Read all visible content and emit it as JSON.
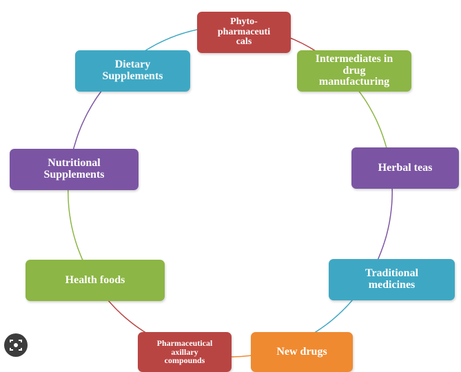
{
  "nodes": [
    {
      "id": "phyto",
      "label": "Phyto-\npharmaceuti\ncals",
      "color": "#b94543"
    },
    {
      "id": "intermediates",
      "label": "Intermediates in\ndrug\nmanufacturing",
      "color": "#8cb645"
    },
    {
      "id": "herbal",
      "label": "Herbal teas",
      "color": "#7b55a3"
    },
    {
      "id": "traditional",
      "label": "Traditional\nmedicines",
      "color": "#3ea8c4"
    },
    {
      "id": "newdrugs",
      "label": "New drugs",
      "color": "#ef8a30"
    },
    {
      "id": "axillary",
      "label": "Pharmaceutical\naxillary\ncompounds",
      "color": "#b94543"
    },
    {
      "id": "health",
      "label": "Health foods",
      "color": "#8cb645"
    },
    {
      "id": "nutritional",
      "label": "Nutritional\nSupplements",
      "color": "#7b55a3"
    },
    {
      "id": "dietary",
      "label": "Dietary\nSupplements",
      "color": "#3ea8c4"
    }
  ],
  "links": [
    {
      "from": "phyto",
      "to": "intermediates",
      "color": "#b94543"
    },
    {
      "from": "intermediates",
      "to": "herbal",
      "color": "#8cb645"
    },
    {
      "from": "herbal",
      "to": "traditional",
      "color": "#7b55a3"
    },
    {
      "from": "traditional",
      "to": "newdrugs",
      "color": "#3ea8c4"
    },
    {
      "from": "newdrugs",
      "to": "axillary",
      "color": "#ef8a30"
    },
    {
      "from": "axillary",
      "to": "health",
      "color": "#b94543"
    },
    {
      "from": "health",
      "to": "nutritional",
      "color": "#8cb645"
    },
    {
      "from": "nutritional",
      "to": "dietary",
      "color": "#7b55a3"
    },
    {
      "from": "dietary",
      "to": "phyto",
      "color": "#3ea8c4"
    }
  ],
  "overlay": {
    "lens_icon": "lens-search-icon"
  }
}
